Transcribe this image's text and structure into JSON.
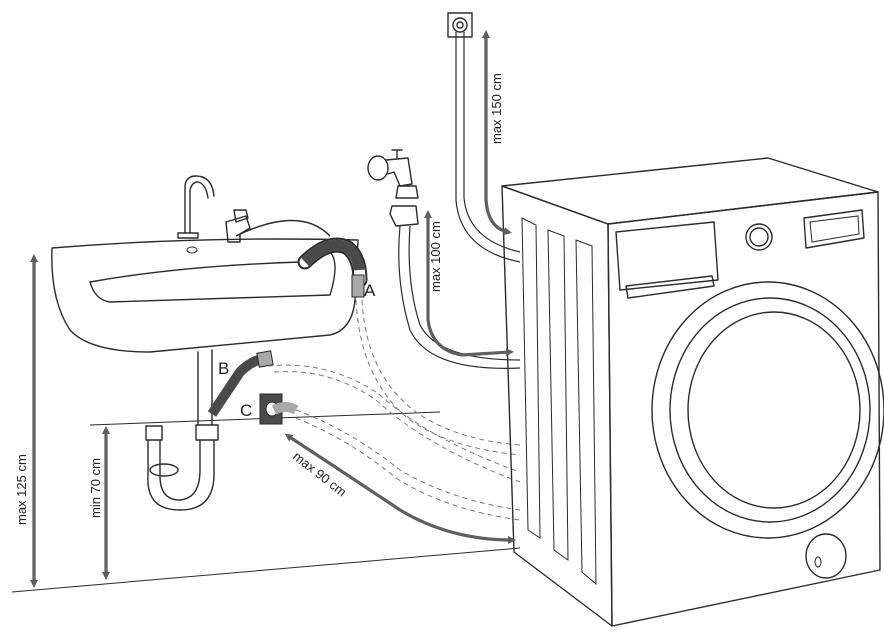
{
  "labels": {
    "outlet_a": "A",
    "outlet_b": "B",
    "outlet_c": "C"
  },
  "dimensions": {
    "max_height_total": "max 125 cm",
    "min_height": "min 70 cm",
    "max_horizontal": "max 90 cm",
    "max_tap_height": "max 100 cm",
    "max_wall_height": "max 150 cm"
  },
  "colors": {
    "line": "#2b2b2b",
    "arrow": "#5f5f5f",
    "hose_dark": "#4a4a4a",
    "hose_light": "#a9a9a9"
  }
}
